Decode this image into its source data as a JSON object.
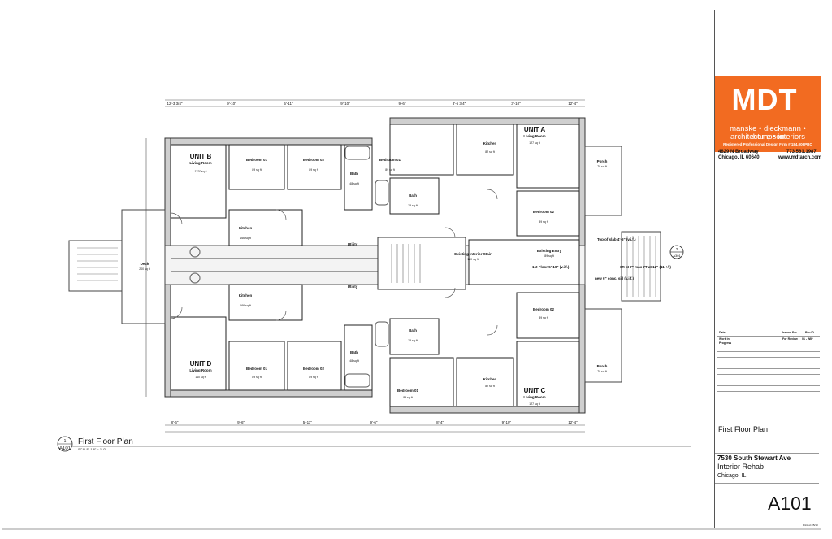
{
  "title_block": {
    "logo_text": "MDT",
    "logo_tagline_1": "manske • dieckmann • thompson",
    "logo_tagline_2": "architecture • interiors",
    "logo_registration": "Registered Professional Design Firm # 184.006PRO",
    "address_line_1": "4829 N Broadway",
    "address_line_2": "Chicago, IL 60640",
    "phone": "773.561.1987",
    "website": "www.mdtarch.com",
    "table_headers": [
      "Date",
      "Issued For",
      "Rev ID"
    ],
    "table_rows": [
      {
        "date": "Work in Progress",
        "issued_for": "For Review",
        "rev_id": "01 - WIP"
      }
    ],
    "sheet_name": "First Floor Plan",
    "project_address": "7530 South Stewart Ave",
    "project_name": "Interior Rehab",
    "project_city": "Chicago, IL",
    "sheet_number": "A101",
    "printed": "Printed 4/5/13"
  },
  "plan": {
    "title": "First Floor Plan",
    "marker_number": "1",
    "marker_sheet": "A101",
    "scale": "SCALE: 1/8\" = 1'-0\"",
    "section_marker": {
      "number": "2",
      "sheet": "A301"
    },
    "units": [
      {
        "name": "UNIT B",
        "room": "Living Room",
        "area": "11'0\" sq ft"
      },
      {
        "name": "UNIT A",
        "room": "Living Room",
        "area": "127 sq ft"
      },
      {
        "name": "UNIT D",
        "room": "Living Room",
        "area": "110 sq ft"
      },
      {
        "name": "UNIT C",
        "room": "Living Room",
        "area": "127 sq ft"
      }
    ],
    "rooms": [
      {
        "name": "Bedroom 01",
        "area": "89 sq ft"
      },
      {
        "name": "Bedroom 02",
        "area": "89 sq ft"
      },
      {
        "name": "Kitchen",
        "area": "166 sq ft"
      },
      {
        "name": "Bath",
        "area": "48 sq ft"
      },
      {
        "name": "Utility",
        "area": ""
      },
      {
        "name": "Bedroom 01",
        "area": "89 sq ft"
      },
      {
        "name": "Bath",
        "area": "35 sq ft"
      },
      {
        "name": "Kitchen",
        "area": "82 sq ft"
      },
      {
        "name": "Bedroom 02",
        "area": "89 sq ft"
      },
      {
        "name": "Existing Entry",
        "area": "89 sq ft"
      },
      {
        "name": "Existing Interior Stair",
        "area": "160 sq ft"
      },
      {
        "name": "Kitchen",
        "area": "166 sq ft"
      },
      {
        "name": "Bedroom 01",
        "area": "89 sq ft"
      },
      {
        "name": "Bedroom 02",
        "area": "89 sq ft"
      },
      {
        "name": "Bath",
        "area": "48 sq ft"
      },
      {
        "name": "Utility",
        "area": ""
      },
      {
        "name": "Bath",
        "area": "35 sq ft"
      },
      {
        "name": "Bedroom 02",
        "area": "89 sq ft"
      },
      {
        "name": "Kitchen",
        "area": "82 sq ft"
      },
      {
        "name": "Bedroom 01",
        "area": "89 sq ft"
      },
      {
        "name": "Porch",
        "area": "79 sq ft"
      },
      {
        "name": "Porch",
        "area": "79 sq ft"
      },
      {
        "name": "Deck",
        "area": "200 sq ft"
      }
    ],
    "notes": [
      "Top of slab 4'-6\" (v.i.f.)",
      "1st Floor 5'-10\" (v.i.f.)",
      "new 6\" conc. sill (v.i.f.)",
      "6R at 7\" max 7T at 12\" (11 +/-)"
    ],
    "dims_top": [
      "12'-3 3/4\"",
      "9'-10\"",
      "5'-11\"",
      "9'-10\"",
      "9'-6\"",
      "8'-6 3/4\"",
      "3'-10\"",
      "12'-4\""
    ],
    "dims_bottom": [
      "8'-6\"",
      "9'-6\"",
      "5'-11\"",
      "9'-6\"",
      "8'-4\"",
      "9'-10\"",
      "12'-4\""
    ]
  }
}
